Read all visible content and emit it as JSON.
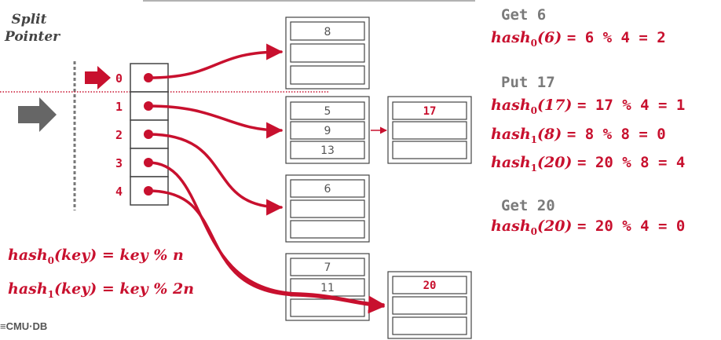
{
  "split_pointer": {
    "line1": "Split",
    "line2": "Pointer"
  },
  "directory": {
    "indices": [
      "0",
      "1",
      "2",
      "3",
      "4"
    ]
  },
  "buckets": {
    "b8": [
      "8",
      "",
      ""
    ],
    "b5": [
      "5",
      "9",
      "13"
    ],
    "b6": [
      "6",
      "",
      ""
    ],
    "b7": [
      "7",
      "11",
      ""
    ],
    "b17": [
      "17",
      "",
      ""
    ],
    "b20": [
      "20",
      "",
      ""
    ]
  },
  "ops": {
    "get6": {
      "label": "Get 6",
      "fn": "hash",
      "sub": "0",
      "arg": "(6)",
      "expr": "= 6 % 4 = 2"
    },
    "put17": {
      "label": "Put 17",
      "lines": [
        {
          "fn": "hash",
          "sub": "0",
          "arg": "(17)",
          "expr": "= 17 % 4 = 1"
        },
        {
          "fn": "hash",
          "sub": "1",
          "arg": "(8)",
          "expr": " = 8 % 8 = 0"
        },
        {
          "fn": "hash",
          "sub": "1",
          "arg": "(20)",
          "expr": "= 20 % 8 = 4"
        }
      ]
    },
    "get20": {
      "label": "Get 20",
      "fn": "hash",
      "sub": "0",
      "arg": "(20)",
      "expr": "= 20 % 4 = 0"
    }
  },
  "formulas": [
    {
      "fn": "hash",
      "sub": "0",
      "rest": "(key) = key % n"
    },
    {
      "fn": "hash",
      "sub": "1",
      "rest": "(key) = key % 2n"
    }
  ],
  "logo": "≡CMU·DB",
  "colors": {
    "accent": "#c8102e",
    "gray": "#666666"
  }
}
